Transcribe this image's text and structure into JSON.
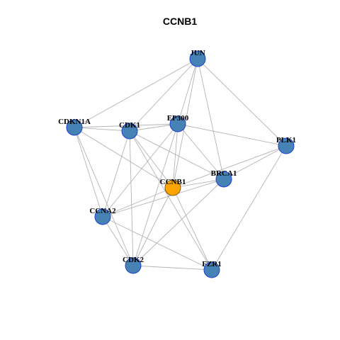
{
  "title": "CCNB1",
  "colors": {
    "node_fill": "#4682B4",
    "node_stroke": "#1C3FD6",
    "hub_fill": "#FFA500",
    "hub_stroke": "#7A5A1A",
    "edge": "#B4B4B4"
  },
  "nodes": [
    {
      "id": "JUN",
      "label": "JUN",
      "hub": false
    },
    {
      "id": "CDKN1A",
      "label": "CDKN1A",
      "hub": false
    },
    {
      "id": "CDK1",
      "label": "CDK1",
      "hub": false
    },
    {
      "id": "EP300",
      "label": "EP300",
      "hub": false
    },
    {
      "id": "PLK1",
      "label": "PLK1",
      "hub": false
    },
    {
      "id": "BRCA1",
      "label": "BRCA1",
      "hub": false
    },
    {
      "id": "CCNB1",
      "label": "CCNB1",
      "hub": true
    },
    {
      "id": "CCNA2",
      "label": "CCNA2",
      "hub": false
    },
    {
      "id": "CDK2",
      "label": "CDK2",
      "hub": false
    },
    {
      "id": "FZR1",
      "label": "FZR1",
      "hub": false
    }
  ],
  "edges": [
    [
      "JUN",
      "CDKN1A"
    ],
    [
      "JUN",
      "CDK1"
    ],
    [
      "JUN",
      "EP300"
    ],
    [
      "JUN",
      "CCNB1"
    ],
    [
      "JUN",
      "BRCA1"
    ],
    [
      "JUN",
      "PLK1"
    ],
    [
      "CDKN1A",
      "CDK1"
    ],
    [
      "CDKN1A",
      "EP300"
    ],
    [
      "CDKN1A",
      "CCNB1"
    ],
    [
      "CDKN1A",
      "CCNA2"
    ],
    [
      "CDKN1A",
      "CDK2"
    ],
    [
      "CDK1",
      "EP300"
    ],
    [
      "CDK1",
      "CCNB1"
    ],
    [
      "CDK1",
      "BRCA1"
    ],
    [
      "CDK1",
      "CCNA2"
    ],
    [
      "CDK1",
      "CDK2"
    ],
    [
      "CDK1",
      "FZR1"
    ],
    [
      "EP300",
      "BRCA1"
    ],
    [
      "EP300",
      "PLK1"
    ],
    [
      "EP300",
      "CCNB1"
    ],
    [
      "EP300",
      "CCNA2"
    ],
    [
      "EP300",
      "CDK2"
    ],
    [
      "PLK1",
      "BRCA1"
    ],
    [
      "PLK1",
      "CCNB1"
    ],
    [
      "PLK1",
      "FZR1"
    ],
    [
      "BRCA1",
      "CCNB1"
    ],
    [
      "BRCA1",
      "CCNA2"
    ],
    [
      "BRCA1",
      "CDK2"
    ],
    [
      "CCNB1",
      "CCNA2"
    ],
    [
      "CCNB1",
      "CDK2"
    ],
    [
      "CCNB1",
      "FZR1"
    ],
    [
      "CCNA2",
      "CDK2"
    ],
    [
      "CCNA2",
      "FZR1"
    ],
    [
      "CDK2",
      "FZR1"
    ]
  ]
}
